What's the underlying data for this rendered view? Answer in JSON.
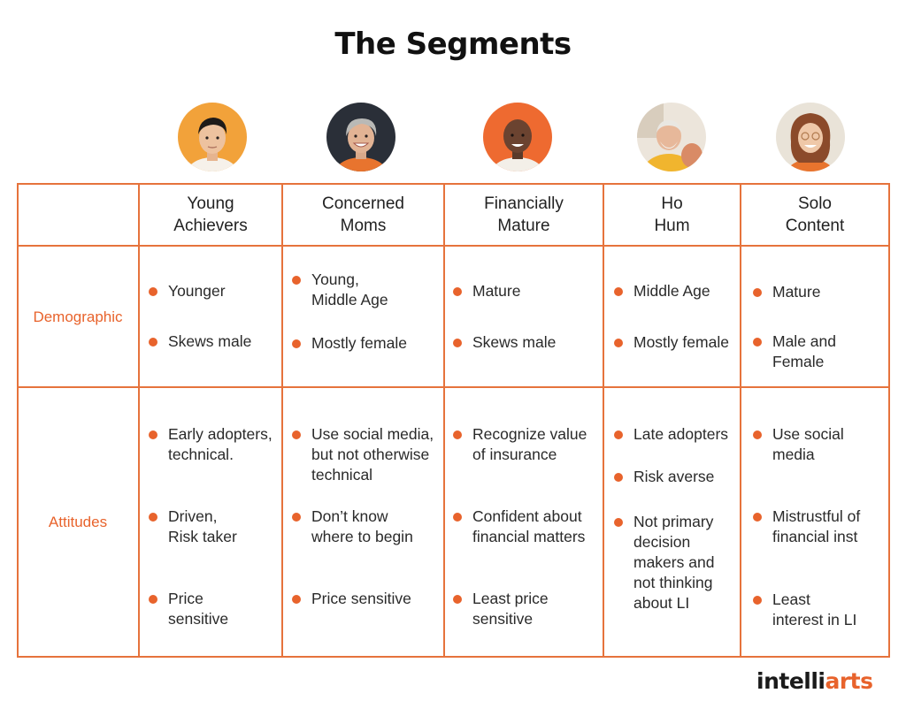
{
  "title": "The Segments",
  "colors": {
    "accent": "#e8632c",
    "border": "#e6733c",
    "text": "#2a2a2a"
  },
  "segments": [
    {
      "name": "Young\nAchievers",
      "avatar_icon": "young-man-portrait"
    },
    {
      "name": "Concerned\nMoms",
      "avatar_icon": "smiling-woman-portrait"
    },
    {
      "name": "Financially\nMature",
      "avatar_icon": "mature-man-portrait"
    },
    {
      "name": "Ho\nHum",
      "avatar_icon": "elderly-man-portrait"
    },
    {
      "name": "Solo\nContent",
      "avatar_icon": "young-woman-portrait"
    }
  ],
  "rows": {
    "demographic": {
      "label": "Demographic",
      "cells": [
        [
          "Younger",
          "Skews male"
        ],
        [
          "Young,\nMiddle Age",
          "Mostly female"
        ],
        [
          "Mature",
          "Skews male"
        ],
        [
          "Middle Age",
          "Mostly female"
        ],
        [
          "Mature",
          "Male and\nFemale"
        ]
      ]
    },
    "attitudes": {
      "label": "Attitudes",
      "cells": [
        [
          "Early adopters,\ntechnical.",
          "Driven,\nRisk taker",
          "Price\nsensitive"
        ],
        [
          "Use social media,\nbut not otherwise\ntechnical",
          "Don’t know\nwhere to begin",
          "Price sensitive"
        ],
        [
          "Recognize value\nof insurance",
          "Confident about\nfinancial matters",
          "Least price\nsensitive"
        ],
        [
          "Late adopters",
          "Risk averse",
          "Not primary\ndecision\nmakers and\nnot thinking\nabout LI"
        ],
        [
          "Use social\nmedia",
          "Mistrustful of\nfinancial inst",
          "Least\ninterest in LI"
        ]
      ]
    }
  },
  "logo": {
    "text_main": "intelli",
    "text_accent": "arts"
  }
}
